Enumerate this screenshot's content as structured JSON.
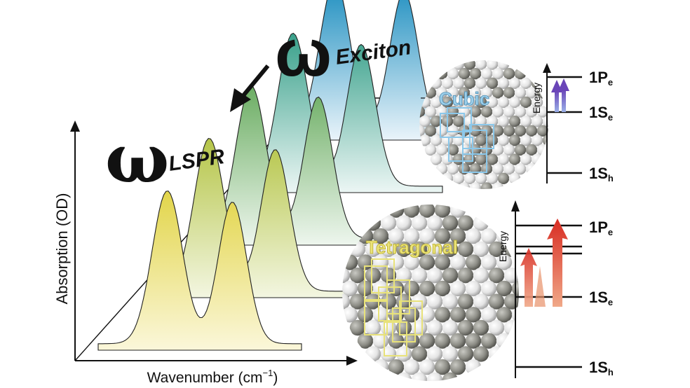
{
  "axes": {
    "ylabel": "Absorption (OD)",
    "xlabel_main": "Wavenumber (cm",
    "xlabel_sup": "−1",
    "xlabel_end": ")"
  },
  "omega_exciton": {
    "symbol": "ω",
    "subscript": "Exciton"
  },
  "omega_lspr": {
    "symbol": "ω",
    "subscript": "LSPR"
  },
  "arrow_direction": "exciton-to-lspr",
  "nanocrystals": [
    {
      "phase": "Cubic",
      "phase_color": "#9fd0ea",
      "energy_axis_label": "Energy",
      "levels": [
        {
          "label": "1P",
          "sub": "e"
        },
        {
          "label": "1S",
          "sub": "e"
        },
        {
          "label": "1S",
          "sub": "h"
        }
      ],
      "transition_color": "#7d6bc9"
    },
    {
      "phase": "Tetragonal",
      "phase_color": "#e9e06a",
      "energy_axis_label": "Energy",
      "levels": [
        {
          "label": "1P",
          "sub": "e"
        },
        {
          "label": "1S",
          "sub": "e"
        },
        {
          "label": "1S",
          "sub": "h"
        }
      ],
      "transition_color": "#d93a2e"
    }
  ],
  "spectra_count": 5,
  "spectra_colors": [
    "#e6d94e",
    "#b8c64a",
    "#6fb067",
    "#3aa08b",
    "#1f8fbf"
  ]
}
